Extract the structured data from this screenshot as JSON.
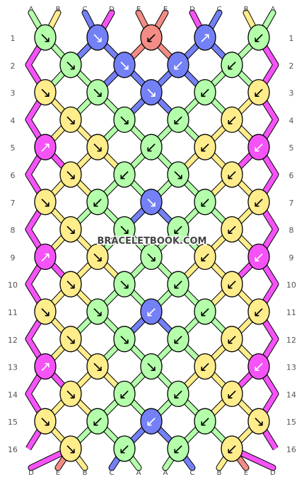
{
  "watermark": "BRACELETBOOK.COM",
  "colors": {
    "A": "#b3ffaa",
    "B": "#ffec8b",
    "C": "#7480f6",
    "D": "#f553f7",
    "E": "#f28c85"
  },
  "top_labels": [
    "A",
    "B",
    "C",
    "D",
    "E",
    "E",
    "D",
    "C",
    "B",
    "A"
  ],
  "bottom_labels": [
    "D",
    "E",
    "B",
    "C",
    "A",
    "A",
    "C",
    "B",
    "E",
    "D"
  ],
  "row_numbers": [
    "1",
    "2",
    "3",
    "4",
    "5",
    "6",
    "7",
    "8",
    "9",
    "10",
    "11",
    "12",
    "13",
    "14",
    "15",
    "16"
  ],
  "knot_rows": [
    [
      {
        "c": "A",
        "d": "↘"
      },
      {
        "c": "C",
        "d": "↘"
      },
      {
        "c": "E",
        "d": "↙"
      },
      {
        "c": "C",
        "d": "↗"
      },
      {
        "c": "A",
        "d": "↙"
      }
    ],
    [
      {
        "c": "A",
        "d": "↘"
      },
      {
        "c": "C",
        "d": "↘"
      },
      {
        "c": "C",
        "d": "↙"
      },
      {
        "c": "A",
        "d": "↙"
      }
    ],
    [
      {
        "c": "B",
        "d": "↘"
      },
      {
        "c": "A",
        "d": "↘"
      },
      {
        "c": "C",
        "d": "↘"
      },
      {
        "c": "A",
        "d": "↙"
      },
      {
        "c": "B",
        "d": "↙"
      }
    ],
    [
      {
        "c": "B",
        "d": "↘"
      },
      {
        "c": "A",
        "d": "↘"
      },
      {
        "c": "A",
        "d": "↙"
      },
      {
        "c": "B",
        "d": "↙"
      }
    ],
    [
      {
        "c": "D",
        "d": "↗"
      },
      {
        "c": "B",
        "d": "↘"
      },
      {
        "c": "A",
        "d": "↙"
      },
      {
        "c": "B",
        "d": "↙"
      },
      {
        "c": "D",
        "d": "↙"
      }
    ],
    [
      {
        "c": "B",
        "d": "↘"
      },
      {
        "c": "A",
        "d": "↙"
      },
      {
        "c": "A",
        "d": "↘"
      },
      {
        "c": "B",
        "d": "↙"
      }
    ],
    [
      {
        "c": "B",
        "d": "↘"
      },
      {
        "c": "A",
        "d": "↙"
      },
      {
        "c": "C",
        "d": "↘"
      },
      {
        "c": "A",
        "d": "↙"
      },
      {
        "c": "B",
        "d": "↙"
      }
    ],
    [
      {
        "c": "B",
        "d": "↘"
      },
      {
        "c": "A",
        "d": "↘"
      },
      {
        "c": "A",
        "d": "↙"
      },
      {
        "c": "B",
        "d": "↙"
      }
    ],
    [
      {
        "c": "D",
        "d": "↗"
      },
      {
        "c": "B",
        "d": "↘"
      },
      {
        "c": "A",
        "d": "↘"
      },
      {
        "c": "B",
        "d": "↙"
      },
      {
        "c": "D",
        "d": "↙"
      }
    ],
    [
      {
        "c": "B",
        "d": "↘"
      },
      {
        "c": "A",
        "d": "↘"
      },
      {
        "c": "A",
        "d": "↙"
      },
      {
        "c": "B",
        "d": "↙"
      }
    ],
    [
      {
        "c": "B",
        "d": "↘"
      },
      {
        "c": "A",
        "d": "↘"
      },
      {
        "c": "C",
        "d": "↙"
      },
      {
        "c": "A",
        "d": "↙"
      },
      {
        "c": "B",
        "d": "↙"
      }
    ],
    [
      {
        "c": "B",
        "d": "↘"
      },
      {
        "c": "A",
        "d": "↘"
      },
      {
        "c": "A",
        "d": "↙"
      },
      {
        "c": "B",
        "d": "↙"
      }
    ],
    [
      {
        "c": "D",
        "d": "↗"
      },
      {
        "c": "B",
        "d": "↘"
      },
      {
        "c": "A",
        "d": "↘"
      },
      {
        "c": "B",
        "d": "↙"
      },
      {
        "c": "D",
        "d": "↙"
      }
    ],
    [
      {
        "c": "B",
        "d": "↘"
      },
      {
        "c": "A",
        "d": "↙"
      },
      {
        "c": "A",
        "d": "↙"
      },
      {
        "c": "B",
        "d": "↙"
      }
    ],
    [
      {
        "c": "B",
        "d": "↘"
      },
      {
        "c": "A",
        "d": "↙"
      },
      {
        "c": "C",
        "d": "↙"
      },
      {
        "c": "A",
        "d": "↙"
      },
      {
        "c": "B",
        "d": "↘"
      }
    ],
    [
      {
        "c": "B",
        "d": "↘"
      },
      {
        "c": "A",
        "d": "↙"
      },
      {
        "c": "A",
        "d": "↙"
      },
      {
        "c": "B",
        "d": "↙"
      }
    ]
  ]
}
